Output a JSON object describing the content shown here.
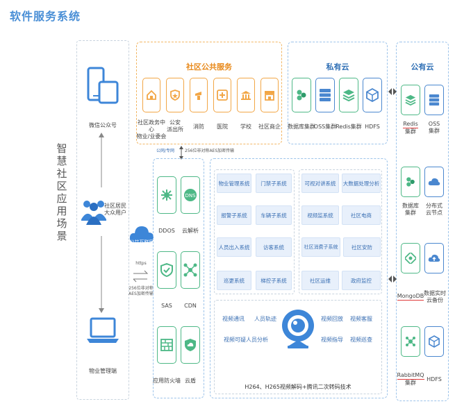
{
  "title": "软件服务系统",
  "vertical_title": "智慧社区应用场景",
  "users": {
    "wechat": "微信公众号",
    "residents_l1": "社区居民",
    "residents_l2": "大众用户",
    "property": "物业管理端"
  },
  "community": {
    "title": "社区公共服务",
    "items": [
      {
        "l1": "社区政务中心",
        "l2": "物业/业委会"
      },
      {
        "l1": "公安",
        "l2": "派出所"
      },
      {
        "l1": "消防",
        "l2": ""
      },
      {
        "l1": "医院",
        "l2": ""
      },
      {
        "l1": "学校",
        "l2": ""
      },
      {
        "l1": "社区商企",
        "l2": ""
      }
    ]
  },
  "private_cloud": {
    "title": "私有云",
    "items": [
      "数据库集群",
      "OSS集群",
      "Redis集群",
      "HDFS"
    ]
  },
  "public_cloud": {
    "title": "公有云",
    "items": [
      {
        "l1": "Redis",
        "l2": "集群"
      },
      {
        "l1": "OSS",
        "l2": "集群"
      },
      {
        "l1": "数据库",
        "l2": "集群"
      },
      {
        "l1": "分布式",
        "l2": "云节点"
      },
      {
        "l1": "MongoDB",
        "l2": ""
      },
      {
        "l1": "数据实时",
        "l2": "云备份"
      },
      {
        "l1": "RabbitMQ",
        "l2": "集群"
      },
      {
        "l1": "HDFS",
        "l2": ""
      }
    ]
  },
  "network": {
    "dedicated": "公网/专网",
    "enc_top": "256位非对称AES加密传输",
    "internet": "公共互联网",
    "https": "https",
    "enc_side_l1": "256位非对称",
    "enc_side_l2": "AES加密传输"
  },
  "security": [
    "DDOS",
    "云解析",
    "SAS",
    "CDN",
    "应用防火墙",
    "云盾"
  ],
  "systems_left": [
    "物业管理系统",
    "门禁子系统",
    "报警子系统",
    "车辆子系统",
    "人员出入系统",
    "访客系统",
    "巡更系统",
    "梯控子系统"
  ],
  "systems_right": [
    "可视对讲系统",
    "大数据处理分析",
    "视频监系统",
    "社区电商",
    "社区消费子系统",
    "社区安防",
    "社区运维",
    "政府监控"
  ],
  "video": {
    "left": [
      "视频通讯",
      "人员轨迹",
      "视频可疑人员分析"
    ],
    "right": [
      "视频回放",
      "视频客服",
      "视频指导",
      "视频巡查"
    ],
    "caption": "H264、H265视频解码+腾讯二次转码技术"
  }
}
